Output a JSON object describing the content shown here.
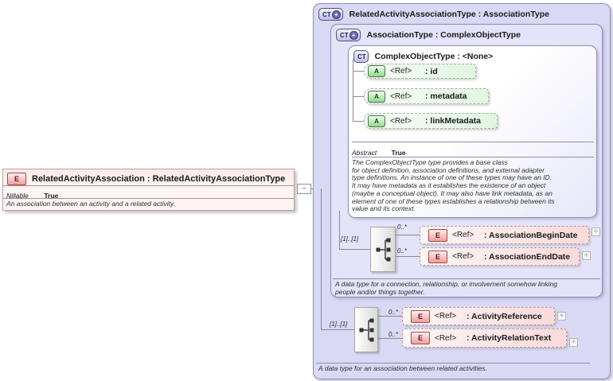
{
  "icons": {
    "badge_plus": "+",
    "expand": "+",
    "collapse": "−"
  },
  "colors": {
    "outer_box_fill": "#d9d9f5",
    "inner_box_fill": "#e3e3f9",
    "complex_object_fill": "#f2f2fb",
    "element_fill": "#fbdede",
    "attribute_fill": "#e9f7e9",
    "badge_ct_fill": "#c4c4ee",
    "badge_e_fill": "#f0a0a0",
    "badge_a_fill": "#9ade9a"
  },
  "element": {
    "badge": "E",
    "title": "RelatedActivityAssociation : RelatedActivityAssociationType",
    "property_name": "Nillable",
    "property_value": "True",
    "annotation": "An association between an activity and a related activity."
  },
  "type_box": {
    "badge": "CT",
    "title": "RelatedActivityAssociationType : AssociationType",
    "annotation": "A data type for an association between related activities.",
    "sequence": {
      "occurrence": "[1]..[1]",
      "items": [
        {
          "badge": "E",
          "occurrence": "0..*",
          "ref": "<Ref>",
          "name": ": ActivityReference"
        },
        {
          "badge": "E",
          "occurrence": "0..*",
          "ref": "<Ref>",
          "name": ": ActivityRelationText"
        }
      ]
    },
    "base": {
      "badge": "CT",
      "title": "AssociationType : ComplexObjectType",
      "annotation": "A data type for a connection, relationship, or involvement somehow linking\npeople and/or things together.",
      "sequence": {
        "occurrence": "[1]..[1]",
        "items": [
          {
            "badge": "E",
            "occurrence": "0..*",
            "ref": "<Ref>",
            "name": ": AssociationBeginDate"
          },
          {
            "badge": "E",
            "occurrence": "0..*",
            "ref": "<Ref>",
            "name": ": AssociationEndDate"
          }
        ]
      },
      "base": {
        "badge": "CT",
        "title": "ComplexObjectType : <None>",
        "attributes": [
          {
            "badge": "A",
            "ref": "<Ref>",
            "name": ": id"
          },
          {
            "badge": "A",
            "ref": "<Ref>",
            "name": ": metadata"
          },
          {
            "badge": "A",
            "ref": "<Ref>",
            "name": ": linkMetadata"
          }
        ],
        "property_name": "Abstract",
        "property_value": "True",
        "documentation": "The ComplexObjectType type provides a base class\nfor object definition, association definitions, and external adapter\ntype definitions. An instance of one of these types may have an ID.\nIt may have metadata as it establishes the existence of an object\n(maybe a conceptual object). It may also have link metadata, as an\nelement of one of these types establishes a relationship between its\nvalue and its context."
      }
    }
  }
}
